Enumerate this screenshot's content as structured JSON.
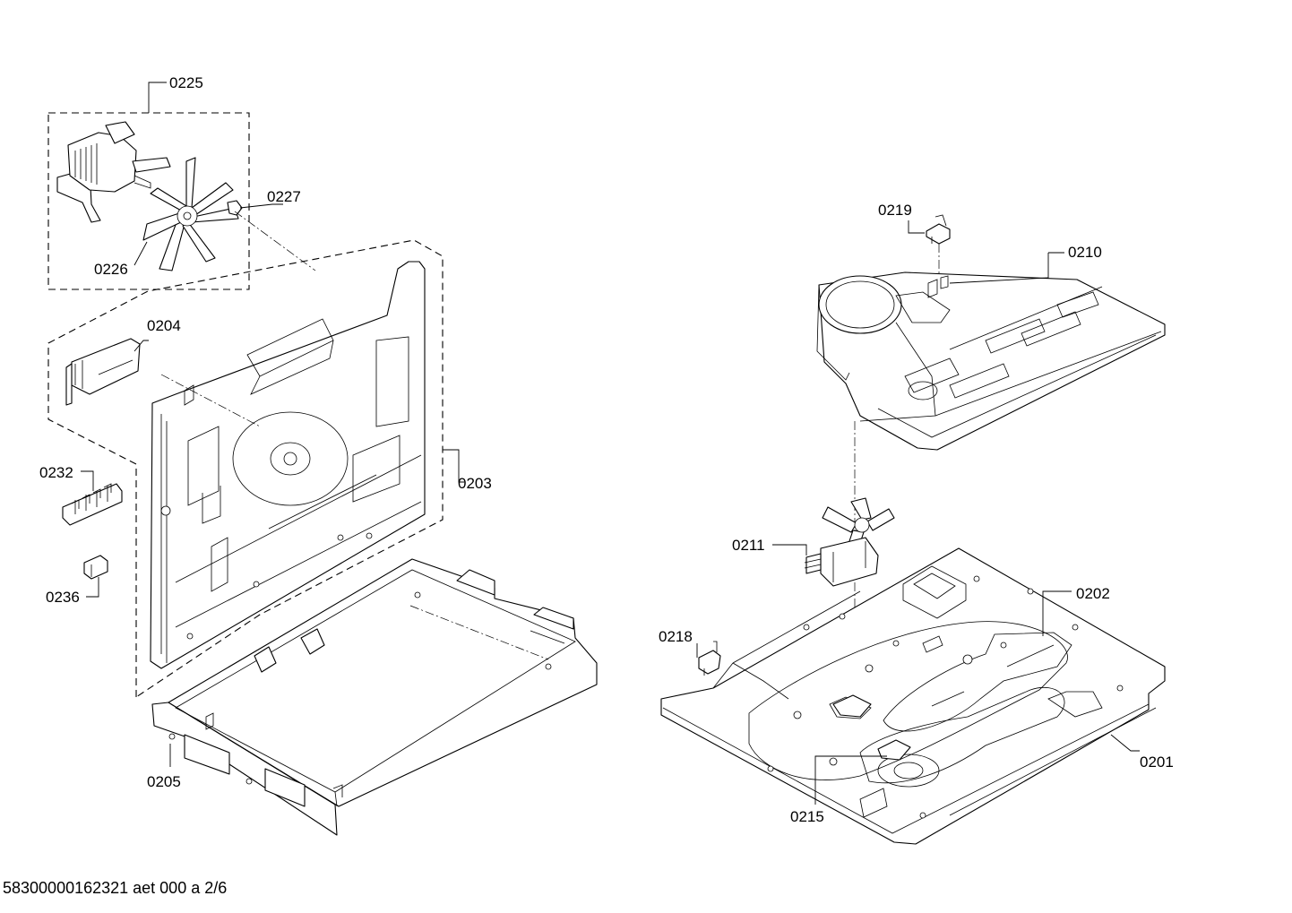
{
  "callouts": {
    "c0225": "0225",
    "c0227": "0227",
    "c0226": "0226",
    "c0204": "0204",
    "c0232": "0232",
    "c0236": "0236",
    "c0203": "0203",
    "c0205": "0205",
    "c0219": "0219",
    "c0210": "0210",
    "c0211": "0211",
    "c0202": "0202",
    "c0218": "0218",
    "c0201": "0201",
    "c0215": "0215"
  },
  "footer": {
    "document_id": "58300000162321 aet 000 a 2/6"
  }
}
